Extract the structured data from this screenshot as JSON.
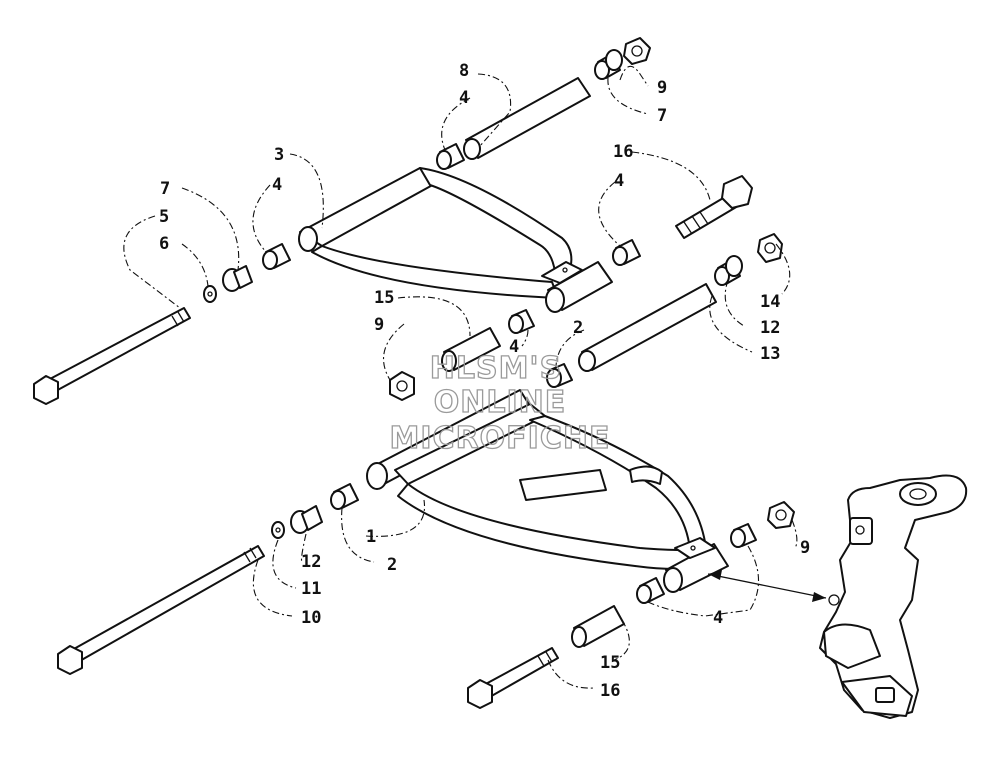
{
  "watermark": {
    "line1": "HLSM'S",
    "line2": "ONLINE",
    "line3": "MICROFICHE"
  },
  "callouts": [
    {
      "id": "c8",
      "text": "8"
    },
    {
      "id": "c4a",
      "text": "4"
    },
    {
      "id": "c9a",
      "text": "9"
    },
    {
      "id": "c7a",
      "text": "7"
    },
    {
      "id": "c3",
      "text": "3"
    },
    {
      "id": "c16a",
      "text": "16"
    },
    {
      "id": "c7b",
      "text": "7"
    },
    {
      "id": "c4b",
      "text": "4"
    },
    {
      "id": "c4c",
      "text": "4"
    },
    {
      "id": "c5",
      "text": "5"
    },
    {
      "id": "c6",
      "text": "6"
    },
    {
      "id": "c15a",
      "text": "15"
    },
    {
      "id": "c14",
      "text": "14"
    },
    {
      "id": "c9b",
      "text": "9"
    },
    {
      "id": "c2a",
      "text": "2"
    },
    {
      "id": "c12a",
      "text": "12"
    },
    {
      "id": "c4d",
      "text": "4"
    },
    {
      "id": "c13",
      "text": "13"
    },
    {
      "id": "c1",
      "text": "1"
    },
    {
      "id": "c9c",
      "text": "9"
    },
    {
      "id": "c12b",
      "text": "12"
    },
    {
      "id": "c2b",
      "text": "2"
    },
    {
      "id": "c11",
      "text": "11"
    },
    {
      "id": "c10",
      "text": "10"
    },
    {
      "id": "c4e",
      "text": "4"
    },
    {
      "id": "c15b",
      "text": "15"
    },
    {
      "id": "c16b",
      "text": "16"
    }
  ]
}
